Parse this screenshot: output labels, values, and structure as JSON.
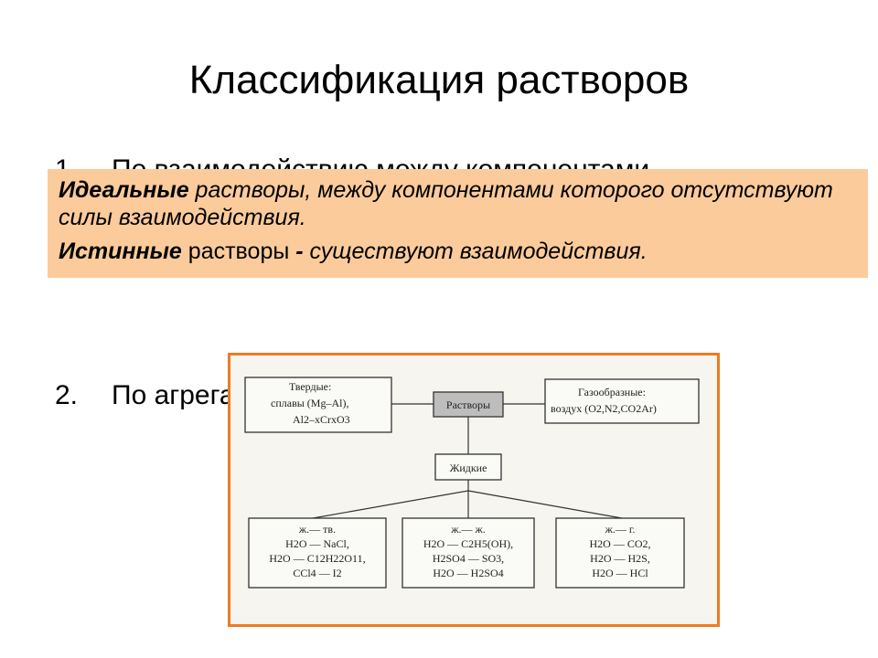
{
  "slide": {
    "title": "Классификация растворов",
    "list": [
      {
        "number": "1.",
        "text": "По взаимодействию между компонентами"
      },
      {
        "number": "2.",
        "text": "По агрегатному состоянию"
      }
    ]
  },
  "callout": {
    "line1_bold": "Идеальные",
    "line1_regular": " растворы, ",
    "line1_italic": "между компонентами которого отсутствуют силы взаимодействия.",
    "line2_bold": "Истинные",
    "line2_regular": " растворы ",
    "line2_bold_dash": "-",
    "line2_italic": " существуют взаимодействия."
  },
  "diagram": {
    "center": "Растворы",
    "solid": {
      "title": "Твердые:",
      "line1": "сплавы (Mg–Al),",
      "line2": "Al2–xCrxO3"
    },
    "gas": {
      "title": "Газообразные:",
      "line1": "воздух (O2,N2,CO2Ar)"
    },
    "liquid": "Жидкие",
    "lt": {
      "title": "ж.— тв.",
      "l1": "H2O — NaCl,",
      "l2": "H2O — C12H22O11,",
      "l3": "CCl4 — I2"
    },
    "ll": {
      "title": "ж.— ж.",
      "l1": "H2O — C2H5(OH),",
      "l2": "H2SO4 — SO3,",
      "l3": "H2O — H2SO4"
    },
    "lg": {
      "title": "ж.— г.",
      "l1": "H2O — CO2,",
      "l2": "H2O — H2S,",
      "l3": "H2O — HCl"
    }
  },
  "colors": {
    "callout_bg": "#fbcb9b",
    "frame": "#ee7b22",
    "center_box": "#bdbdbd"
  }
}
